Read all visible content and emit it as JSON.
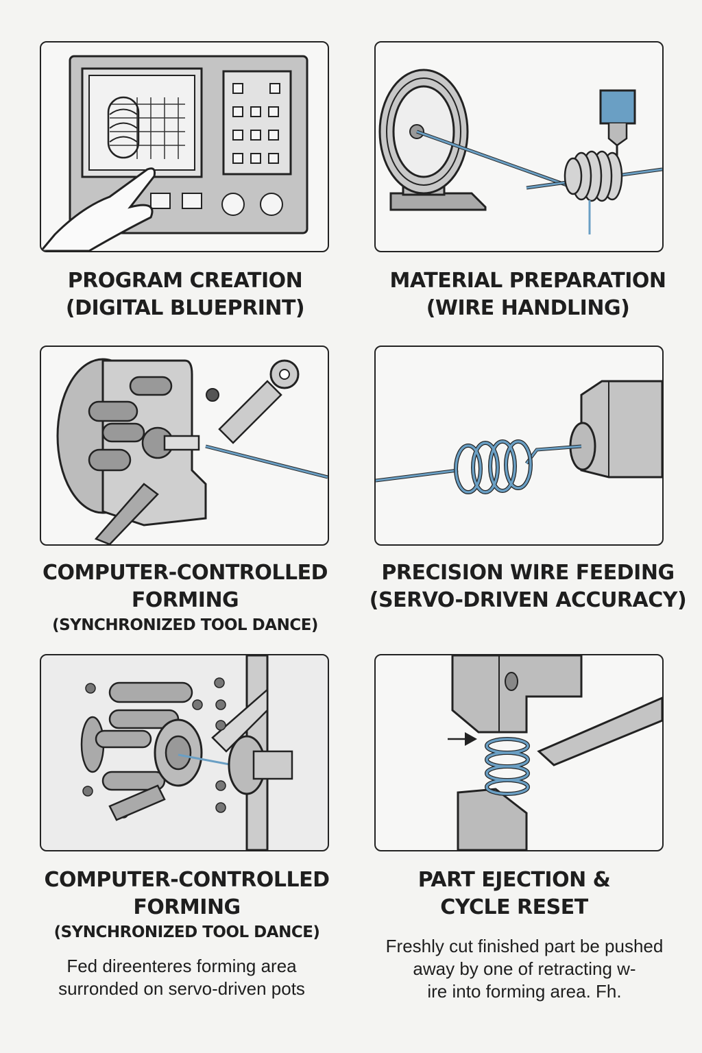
{
  "colors": {
    "background": "#f4f4f2",
    "outline": "#222222",
    "metal": "#b8b8b8",
    "wire": "#6a9fc4"
  },
  "panels": [
    {
      "title": "PROGRAM CREATION",
      "subtitle": "(DIGITAL BLUEPRINT)",
      "icon": "cnc-control-panel-icon"
    },
    {
      "title": "MATERIAL PREPARATION",
      "subtitle": "(WIRE HANDLING)",
      "icon": "wire-spool-icon"
    },
    {
      "title": "COMPUTER-CONTROLLED",
      "title2": "FORMING",
      "subtitle": "(SYNCHRONIZED TOOL DANCE)",
      "icon": "forming-tools-icon"
    },
    {
      "title": "PRECISION WIRE FEEDING",
      "subtitle": "(SERVO-DRIVEN ACCURACY)",
      "icon": "wire-feeder-spring-icon"
    },
    {
      "title": "COMPUTER-CONTROLLED",
      "title2": "FORMING",
      "subtitle": "(SYNCHRONIZED TOOL DANCE)",
      "description": [
        "Fed direenteres forming area",
        "surronded on servo-driven pots"
      ],
      "icon": "forming-head-icon"
    },
    {
      "title": "PART EJECTION &",
      "title2": "CYCLE RESET",
      "description": [
        "Freshly cut finished part be pushed",
        "away by one of retracting w-",
        "ire into forming area. Fh."
      ],
      "icon": "cutter-spring-icon"
    }
  ]
}
